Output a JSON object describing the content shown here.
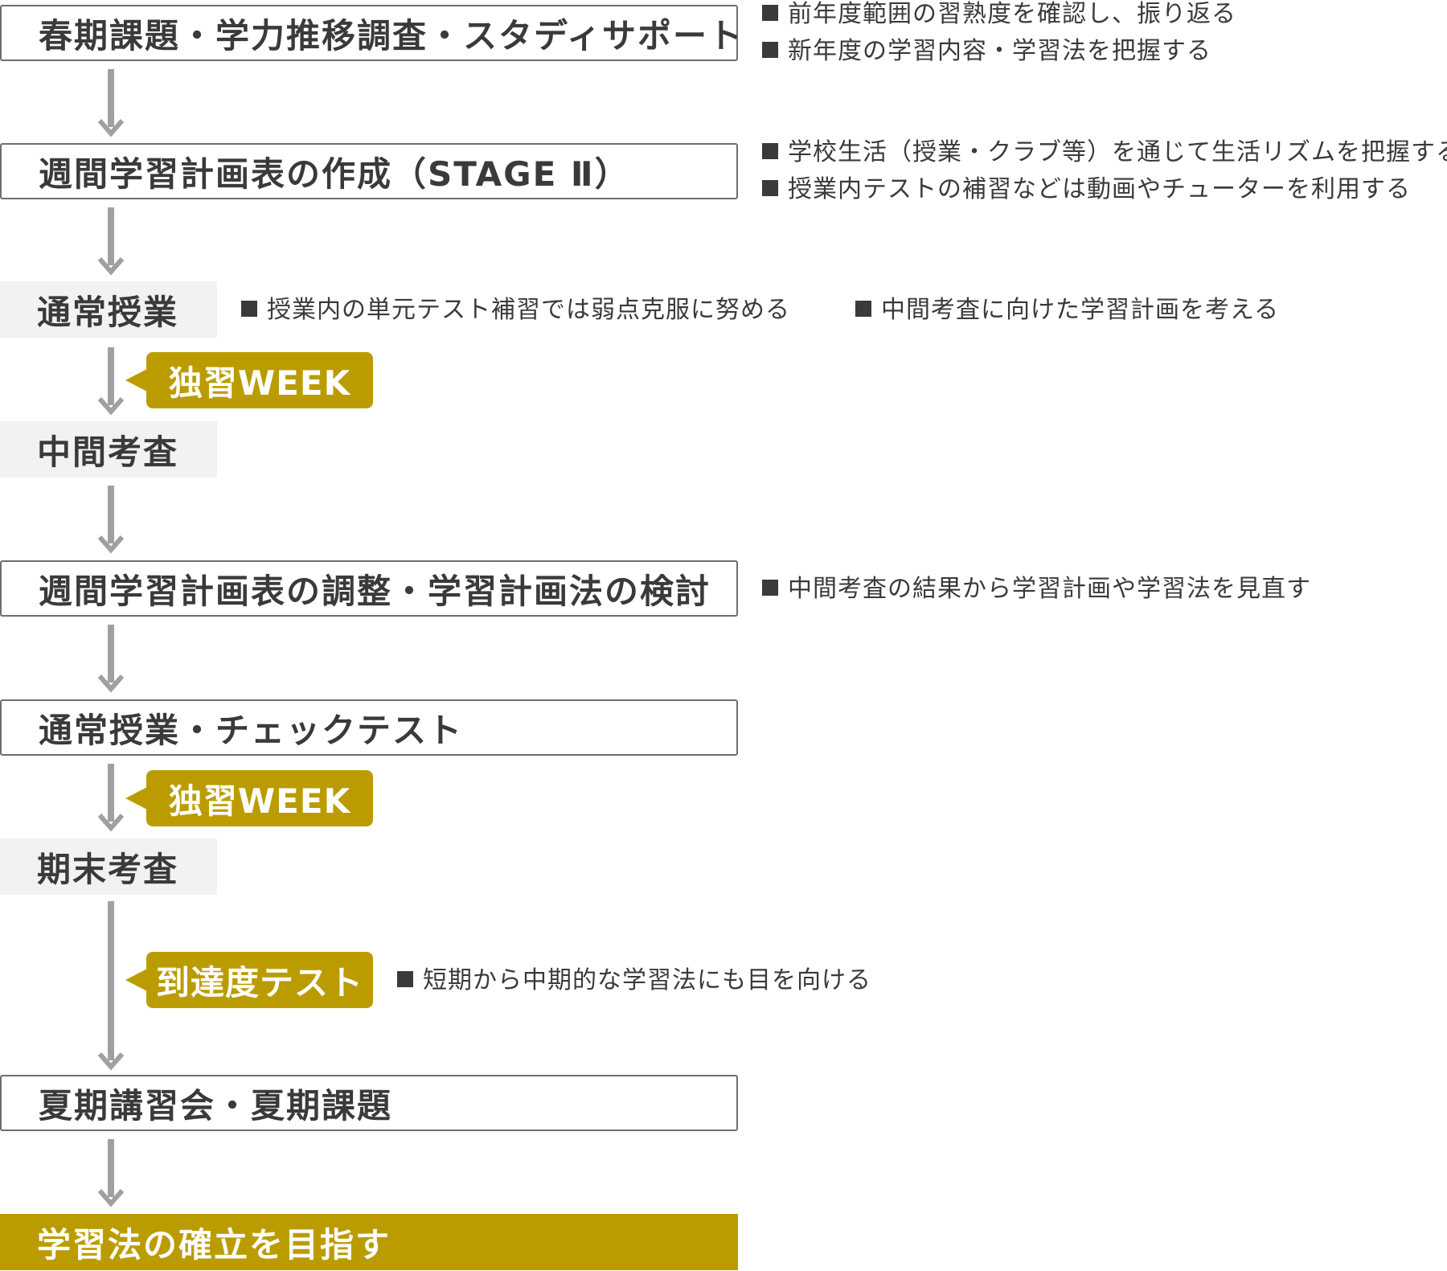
{
  "steps": [
    {
      "label": "春期課題・学力推移調査・スタディサポート"
    },
    {
      "label": "週間学習計画表の作成（STAGE Ⅱ）"
    },
    {
      "label": "通常授業"
    },
    {
      "label": "中間考査"
    },
    {
      "label": "週間学習計画表の調整・学習計画法の検討"
    },
    {
      "label": "通常授業・チェックテスト"
    },
    {
      "label": "期末考査"
    },
    {
      "label": "夏期講習会・夏期課題"
    },
    {
      "label": "学習法の確立を目指す"
    }
  ],
  "tags": [
    {
      "label": "独習WEEK"
    },
    {
      "label": "独習WEEK"
    },
    {
      "label": "到達度テスト"
    }
  ],
  "notes": {
    "spring_1": "前年度範囲の習熟度を確認し、振り返る",
    "spring_2": "新年度の学習内容・学習法を把握する",
    "plan_1": "学校生活（授業・クラブ等）を通じて生活リズムを把握する",
    "plan_2": "授業内テストの補習などは動画やチューターを利用する",
    "regular_1": "授業内の単元テスト補習では弱点克服に努める",
    "regular_2": "中間考査に向けた学習計画を考える",
    "adjust_1": "中間考査の結果から学習計画や学習法を見直す",
    "test_1": "短期から中期的な学習法にも目を向ける"
  },
  "colors": {
    "accent": "#bb9c00",
    "grey_box": "#f2f2f2",
    "arrow": "#a0a0a0",
    "text": "#3a3a3a"
  }
}
